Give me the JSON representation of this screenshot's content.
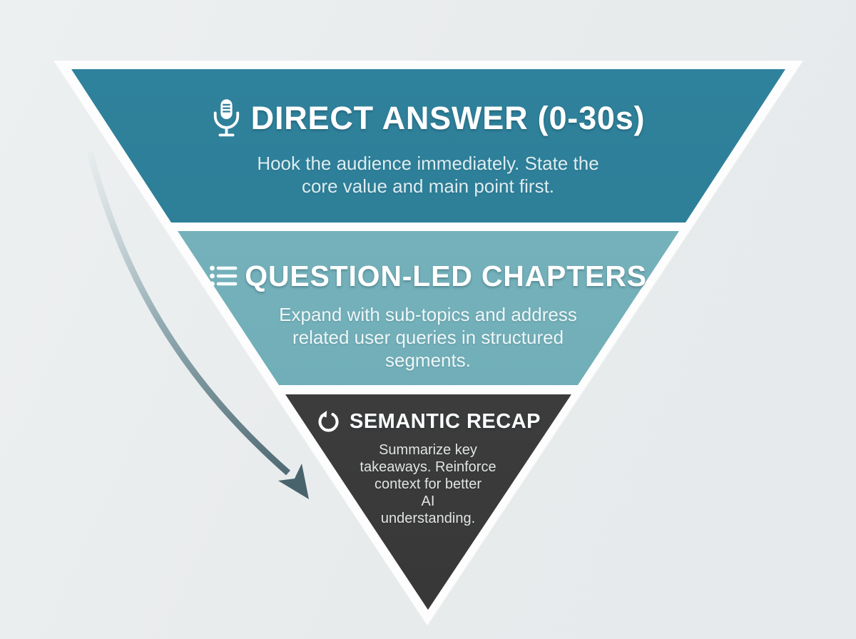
{
  "diagram": {
    "tiers": [
      {
        "id": "direct-answer",
        "icon": "microphone-icon",
        "title": "DIRECT ANSWER (0-30s)",
        "description_lines": [
          "Hook the audience immediately. State the",
          "core value and main point first."
        ],
        "color": "#2d7e97"
      },
      {
        "id": "question-led-chapters",
        "icon": "list-icon",
        "title": "QUESTION-LED CHAPTERS",
        "description_lines": [
          "Expand with sub-topics and address",
          "related user queries in structured",
          "segments."
        ],
        "color": "#72afb9"
      },
      {
        "id": "semantic-recap",
        "icon": "refresh-icon",
        "title": "SEMANTIC RECAP",
        "description_lines": [
          "Summarize key",
          "takeaways. Reinforce",
          "context for better",
          "AI",
          "understanding."
        ],
        "color": "#3e3e3e"
      }
    ],
    "flow_arrow": {
      "icon": "curved-arrow-icon",
      "direction": "top-left-to-bottom-right",
      "color_start": "#e3eaeb",
      "color_end": "#49636d"
    },
    "background_color": "#e8ebec",
    "pyramid_border_color": "#fdfdfd"
  }
}
